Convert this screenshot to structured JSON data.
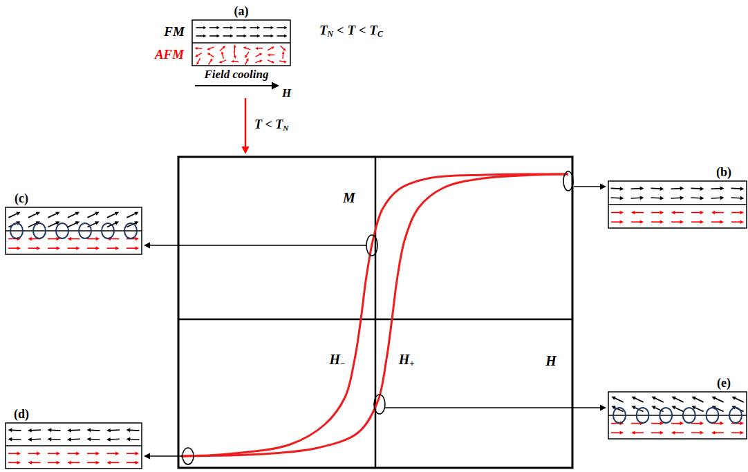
{
  "diagram": {
    "nodes": [
      {
        "text": [
          "(a)"
        ]
      },
      {
        "text": [
          "(c)"
        ]
      },
      {
        "text": [
          "(b)"
        ]
      },
      {
        "text": [
          "M",
          "H−",
          "H+",
          "H"
        ]
      },
      {
        "text": [
          "(d)"
        ]
      },
      {
        "text": [
          "(e)"
        ]
      }
    ],
    "labels": [
      "FM",
      "AFM",
      "TN < T < TC",
      "Field cooling",
      "H",
      "T < TN"
    ]
  }
}
